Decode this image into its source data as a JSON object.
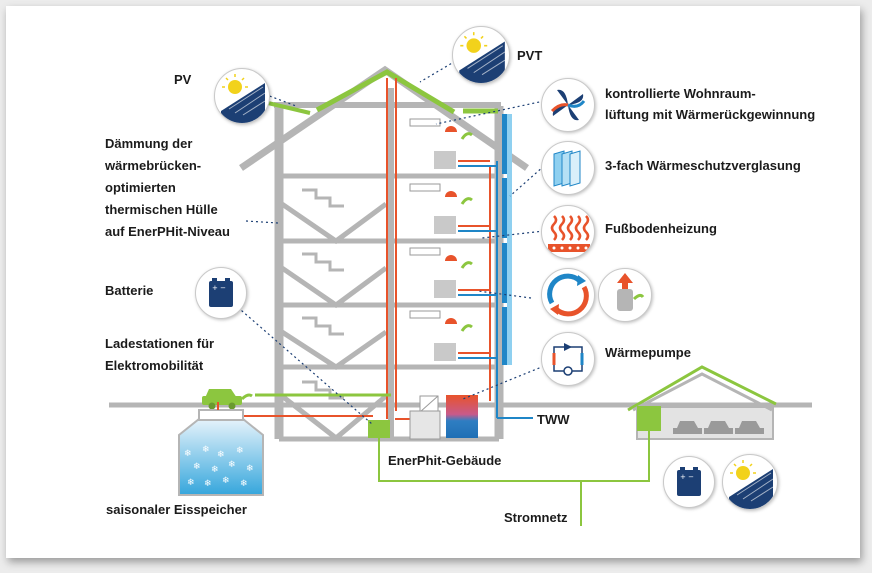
{
  "labels": {
    "pv": "PV",
    "pvt": "PVT",
    "insulation": "Dämmung der\nwärmebrücken-\noptimierten\nthermischen Hülle\nauf EnerPHit-Niveau",
    "battery": "Batterie",
    "charging": "Ladestationen für\nElektromobilität",
    "ice_storage": "saisonaler Eisspeicher",
    "ventilation": "kontrollierte Wohnraum-\nlüftung mit Wärmerückgewinnung",
    "glazing": "3-fach Wärmeschutzverglasung",
    "floor_heating": "Fußbodenheizung",
    "heat_pump": "Wärmepumpe",
    "tww": "TWW",
    "building": "EnerPhit-Gebäude",
    "grid": "Stromnetz"
  },
  "icons": {
    "pv": "solar-panel-icon",
    "pvt": "solar-panel-icon",
    "battery": "battery-icon",
    "ventilation": "fan-icon",
    "glazing": "triple-glazing-icon",
    "floor_heating": "floor-heating-icon",
    "heat_exchange": "heat-exchange-arrows-icon",
    "hot_water": "hot-water-boiler-icon",
    "heat_pump": "heat-pump-circuit-icon",
    "car": "electric-car-icon"
  },
  "colors": {
    "green": "#8cc63f",
    "red": "#e8532b",
    "blue": "#1f86c7",
    "navy": "#1c3f74",
    "gray": "#b5b5b5"
  }
}
